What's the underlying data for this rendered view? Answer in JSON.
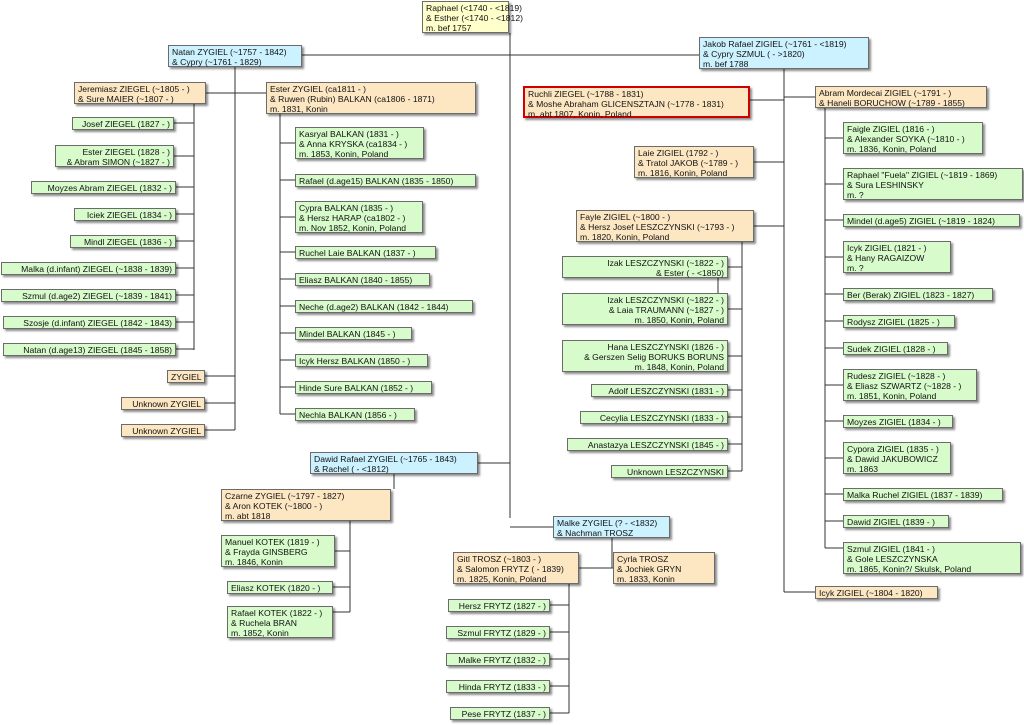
{
  "people": [
    {
      "id": "raphael",
      "color": "yellow",
      "lines": [
        "Raphael (<1740 - <1819)",
        "& Esther (<1740 - <1812)",
        "m. bef 1757"
      ]
    },
    {
      "id": "natan",
      "color": "blue",
      "lines": [
        "Natan ZYGIEL (~1757 - 1842)",
        "& Cypry (~1761 - 1829)"
      ]
    },
    {
      "id": "jakob",
      "color": "blue",
      "lines": [
        "Jakob Rafael ZIGIEL (~1761 - <1819)",
        "& Cypry SZMUL ( - >1820)",
        "m. bef 1788"
      ]
    },
    {
      "id": "jeremiasz",
      "color": "peach",
      "lines": [
        "Jeremiasz ZIEGEL (~1805 - )",
        "& Sure MAIER (~1807 - )"
      ]
    },
    {
      "id": "ester_z",
      "color": "peach",
      "lines": [
        "Ester ZYGIEL (ca1811 - )",
        "& Ruwen (Rubin) BALKAN (ca1806 - 1871)",
        "m. 1831, Konin"
      ]
    },
    {
      "id": "ruchli",
      "color": "peach",
      "red": true,
      "lines": [
        "Ruchli ZIEGEL (~1788 - 1831)",
        "& Moshe Abraham GLICENSZTAJN (~1778 - 1831)",
        "m. abt 1807, Konin, Poland"
      ]
    },
    {
      "id": "abram",
      "color": "peach",
      "lines": [
        "Abram Mordecai ZIGIEL (~1791 - )",
        "& Haneli BORUCHOW (~1789 - 1855)"
      ]
    },
    {
      "id": "josef",
      "color": "green",
      "lines": [
        "Josef ZIEGEL (1827 - )"
      ]
    },
    {
      "id": "ester_ab",
      "color": "green",
      "lines": [
        "Ester ZIEGEL (1828 - )",
        "& Abram SIMON (~1827 - )"
      ]
    },
    {
      "id": "moyzes_ab",
      "color": "green",
      "lines": [
        "Moyzes Abram ZIEGEL (1832 - )"
      ]
    },
    {
      "id": "iciek",
      "color": "green",
      "lines": [
        "Iciek ZIEGEL (1834 - )"
      ]
    },
    {
      "id": "mindl",
      "color": "green",
      "lines": [
        "Mindl ZIEGEL (1836 - )"
      ]
    },
    {
      "id": "malka_inf",
      "color": "green",
      "lines": [
        "Malka (d.infant) ZIEGEL (~1838 - 1839)"
      ]
    },
    {
      "id": "szmul_age2",
      "color": "green",
      "lines": [
        "Szmul (d.age2) ZIEGEL (~1839 - 1841)"
      ]
    },
    {
      "id": "szosje",
      "color": "green",
      "lines": [
        "Szosje (d.infant) ZIEGEL (1842 - 1843)"
      ]
    },
    {
      "id": "natan13",
      "color": "green",
      "lines": [
        "Natan (d.age13) ZIEGEL (1845 - 1858)"
      ]
    },
    {
      "id": "zygiel",
      "color": "peach",
      "lines": [
        "ZYGIEL"
      ]
    },
    {
      "id": "unk1",
      "color": "peach",
      "lines": [
        "Unknown ZYGIEL"
      ]
    },
    {
      "id": "unk2",
      "color": "peach",
      "lines": [
        "Unknown ZYGIEL"
      ]
    },
    {
      "id": "kasryal",
      "color": "green",
      "lines": [
        "Kasryal BALKAN (1831 - )",
        "& Anna KRYSKA (ca1834 - )",
        "m. 1853, Konin, Poland"
      ]
    },
    {
      "id": "rafael15",
      "color": "green",
      "lines": [
        "Rafael (d.age15) BALKAN (1835 - 1850)"
      ]
    },
    {
      "id": "cypra",
      "color": "green",
      "lines": [
        "Cypra BALKAN (1835 - )",
        "& Hersz HARAP (ca1802 - )",
        "m. Nov 1852, Konin, Poland"
      ]
    },
    {
      "id": "ruchel_laie",
      "color": "green",
      "lines": [
        "Ruchel Laie BALKAN (1837 - )"
      ]
    },
    {
      "id": "eliasz_b",
      "color": "green",
      "lines": [
        "Eliasz BALKAN (1840 - 1855)"
      ]
    },
    {
      "id": "neche",
      "color": "green",
      "lines": [
        "Neche (d.age2) BALKAN (1842 - 1844)"
      ]
    },
    {
      "id": "mindel_b",
      "color": "green",
      "lines": [
        "Mindel BALKAN (1845 - )"
      ]
    },
    {
      "id": "icyk_hersz",
      "color": "green",
      "lines": [
        "Icyk Hersz BALKAN (1850 - )"
      ]
    },
    {
      "id": "hinde_sure",
      "color": "green",
      "lines": [
        "Hinde Sure BALKAN (1852 - )"
      ]
    },
    {
      "id": "nechla",
      "color": "green",
      "lines": [
        "Nechla BALKAN (1856 - )"
      ]
    },
    {
      "id": "laie",
      "color": "peach",
      "lines": [
        "Laie ZIGIEL (1792 - )",
        "& Tratol JAKOB (~1789 - )",
        "m. 1816, Konin, Poland"
      ]
    },
    {
      "id": "fayle",
      "color": "peach",
      "lines": [
        "Fayle ZIGIEL (~1800 - )",
        "& Hersz Josef LESZCZYNSKI (~1793 - )",
        "m. 1820, Konin, Poland"
      ]
    },
    {
      "id": "izak1",
      "color": "green",
      "lines": [
        "Izak LESZCZYNSKI (~1822 - )",
        "& Ester ( - <1850)"
      ]
    },
    {
      "id": "izak2",
      "color": "green",
      "lines": [
        "Izak LESZCZYNSKI (~1822 - )",
        "& Laia TRAUMANN (~1827 - )",
        "m. 1850, Konin, Poland"
      ]
    },
    {
      "id": "hana",
      "color": "green",
      "lines": [
        "Hana LESZCZYNSKI (1826 - )",
        "& Gerszen Selig BORUKS BORUNS",
        "m. 1848, Konin, Poland"
      ]
    },
    {
      "id": "adolf",
      "color": "green",
      "lines": [
        "Adolf LESZCZYNSKI (1831 - )"
      ]
    },
    {
      "id": "cecylia",
      "color": "green",
      "lines": [
        "Cecylia LESZCZYNSKI (1833 - )"
      ]
    },
    {
      "id": "anastazya",
      "color": "green",
      "lines": [
        "Anastazya LESZCZYNSKI (1845 - )"
      ]
    },
    {
      "id": "unk_lesz",
      "color": "green",
      "lines": [
        "Unknown LESZCZYNSKI"
      ]
    },
    {
      "id": "faigle",
      "color": "green",
      "lines": [
        "Faigle ZIGIEL (1816 - )",
        "& Alexander SOYKA (~1810 - )",
        "m. 1836, Konin, Poland"
      ]
    },
    {
      "id": "raphael_fuela",
      "color": "green",
      "lines": [
        "Raphael \"Fuela\" ZIGIEL (~1819 - 1869)",
        "& Sura LESHINSKY",
        "m. ?"
      ]
    },
    {
      "id": "mindel_age5",
      "color": "green",
      "lines": [
        "Mindel (d.age5) ZIGIEL (~1819 - 1824)"
      ]
    },
    {
      "id": "icyk_z",
      "color": "green",
      "lines": [
        "Icyk ZIGIEL (1821 - )",
        "& Hany RAGAIZOW",
        "m. ?"
      ]
    },
    {
      "id": "ber",
      "color": "green",
      "lines": [
        "Ber (Berak) ZIGIEL (1823 - 1827)"
      ]
    },
    {
      "id": "rodysz",
      "color": "green",
      "lines": [
        "Rodysz ZIGIEL (1825 - )"
      ]
    },
    {
      "id": "sudek",
      "color": "green",
      "lines": [
        "Sudek ZIGIEL (1828 - )"
      ]
    },
    {
      "id": "rudesz",
      "color": "green",
      "lines": [
        "Rudesz ZIGIEL (~1828 - )",
        "& Eliasz SZWARTZ (~1828 - )",
        "m. 1851, Konin, Poland"
      ]
    },
    {
      "id": "moyzes_z",
      "color": "green",
      "lines": [
        "Moyzes ZIGIEL (1834 - )"
      ]
    },
    {
      "id": "cypora",
      "color": "green",
      "lines": [
        "Cypora ZIGIEL (1835 - )",
        "& Dawid JAKUBOWICZ",
        "m. 1863"
      ]
    },
    {
      "id": "malka_ruchel",
      "color": "green",
      "lines": [
        "Malka Ruchel ZIGIEL (1837 - 1839)"
      ]
    },
    {
      "id": "dawid_z",
      "color": "green",
      "lines": [
        "Dawid ZIGIEL (1839 - )"
      ]
    },
    {
      "id": "szmul_z",
      "color": "green",
      "lines": [
        "Szmul ZIGIEL (1841 - )",
        "& Gole LESZCZYNSKA",
        "m. 1865, Konin?/ Skulsk, Poland"
      ]
    },
    {
      "id": "icyk_1804",
      "color": "peach",
      "lines": [
        "Icyk ZIGIEL (~1804 - 1820)"
      ]
    },
    {
      "id": "dawid_rafael",
      "color": "blue",
      "lines": [
        "Dawid Rafael ZYGIEL (~1765 - 1843)",
        "& Rachel ( - <1812)"
      ]
    },
    {
      "id": "czarne",
      "color": "peach",
      "lines": [
        "Czarne ZYGIEL (~1797 - 1827)",
        "& Aron KOTEK (~1800 - )",
        "m. abt 1818"
      ]
    },
    {
      "id": "manuel",
      "color": "green",
      "lines": [
        "Manuel KOTEK (1819 - )",
        "& Frayda GINSBERG",
        "m. 1846, Konin"
      ]
    },
    {
      "id": "eliasz_k",
      "color": "green",
      "lines": [
        "Eliasz KOTEK (1820 - )"
      ]
    },
    {
      "id": "rafael_k",
      "color": "green",
      "lines": [
        "Rafael KOTEK (1822 - )",
        "& Ruchela BRAN",
        "m. 1852, Konin"
      ]
    },
    {
      "id": "malke",
      "color": "blue",
      "lines": [
        "Malke ZYGIEL (? - <1832)",
        "& Nachman TROSZ"
      ]
    },
    {
      "id": "gitl",
      "color": "peach",
      "lines": [
        "Gitl TROSZ (~1803 - )",
        "& Salomon FRYTZ ( - 1839)",
        "m. 1825, Konin, Poland"
      ]
    },
    {
      "id": "cyrla",
      "color": "peach",
      "lines": [
        "Cyrla TROSZ",
        "& Jochiek GRYN",
        "m. 1833, Konin"
      ]
    },
    {
      "id": "hersz_f",
      "color": "green",
      "lines": [
        "Hersz FRYTZ (1827 - )"
      ]
    },
    {
      "id": "szmul_f",
      "color": "green",
      "lines": [
        "Szmul FRYTZ (1829 - )"
      ]
    },
    {
      "id": "malke_f",
      "color": "green",
      "lines": [
        "Malke FRYTZ (1832 - )"
      ]
    },
    {
      "id": "hinda_f",
      "color": "green",
      "lines": [
        "Hinda FRYTZ (1833 - )"
      ]
    },
    {
      "id": "pese_f",
      "color": "green",
      "lines": [
        "Pese FRYTZ (1837 - )"
      ]
    }
  ]
}
